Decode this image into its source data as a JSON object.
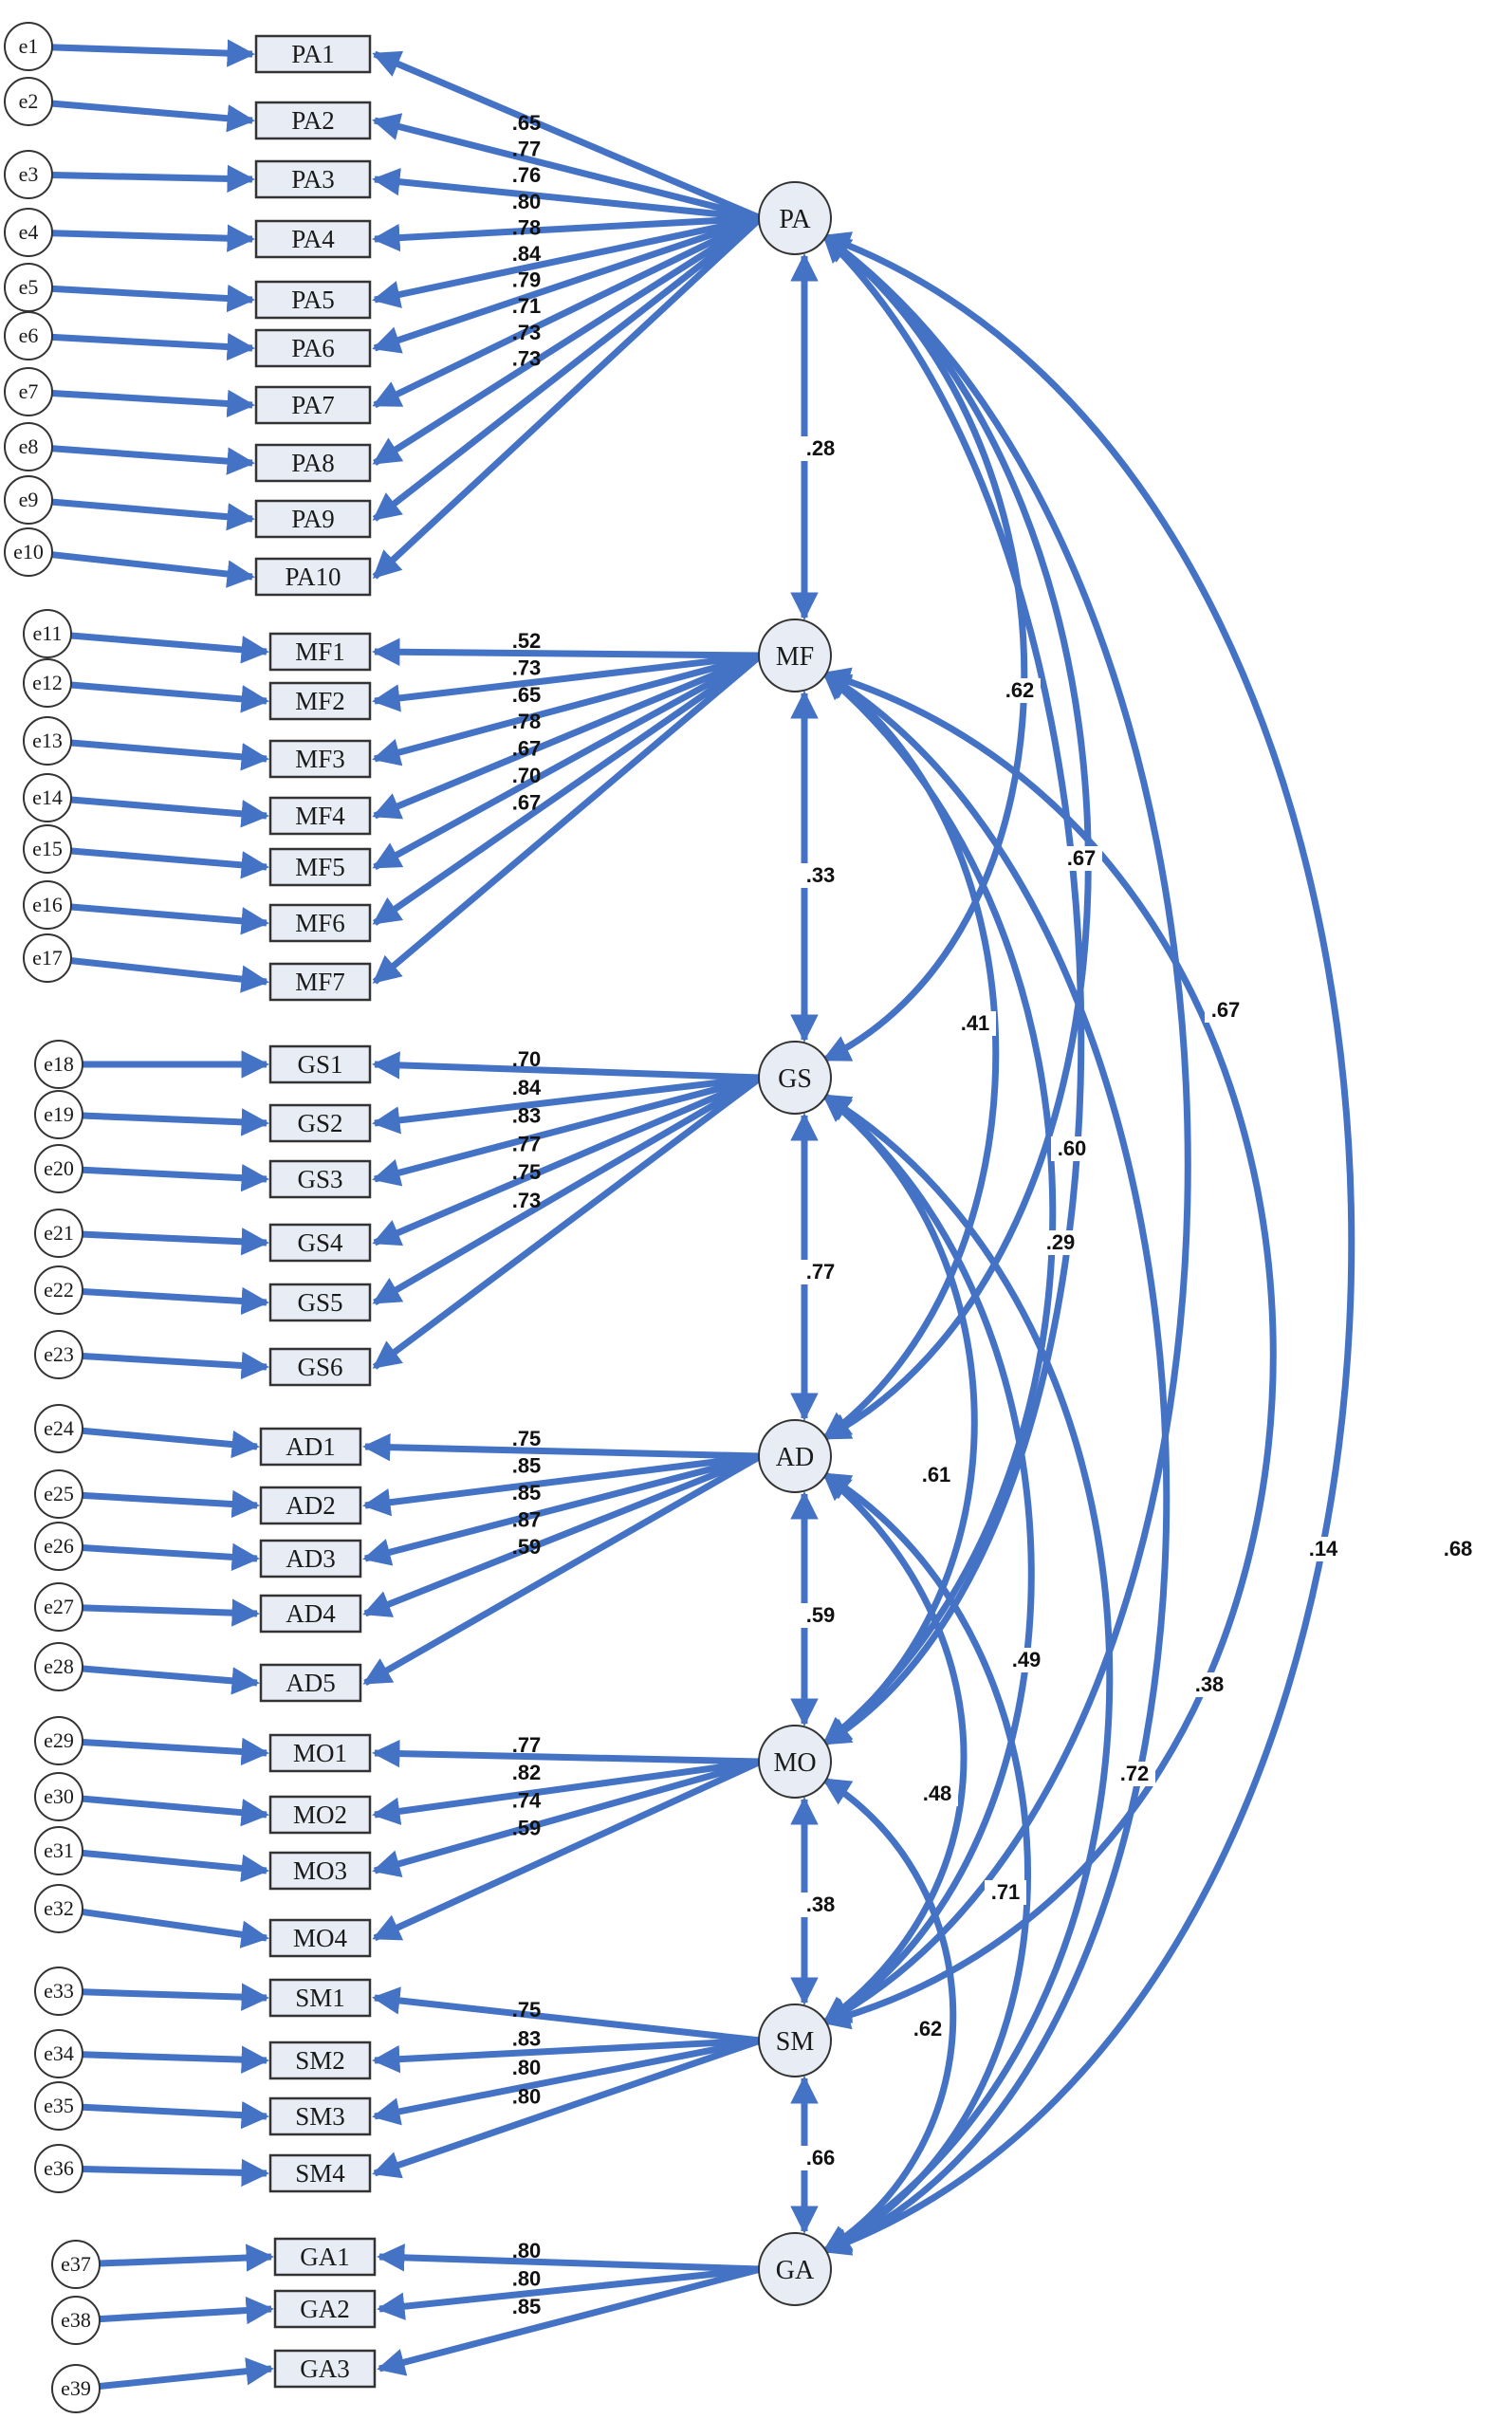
{
  "latents": [
    {
      "name": "PA",
      "indicators": [
        [
          "e1",
          "PA1",
          ".65"
        ],
        [
          "e2",
          "PA2",
          ".77"
        ],
        [
          "e3",
          "PA3",
          ".76"
        ],
        [
          "e4",
          "PA4",
          ".80"
        ],
        [
          "e5",
          "PA5",
          ".78"
        ],
        [
          "e6",
          "PA6",
          ".84"
        ],
        [
          "e7",
          "PA7",
          ".79"
        ],
        [
          "e8",
          "PA8",
          ".71"
        ],
        [
          "e9",
          "PA9",
          ".73"
        ],
        [
          "e10",
          "PA10",
          ".73"
        ]
      ]
    },
    {
      "name": "MF",
      "indicators": [
        [
          "e11",
          "MF1",
          ".52"
        ],
        [
          "e12",
          "MF2",
          ".73"
        ],
        [
          "e13",
          "MF3",
          ".65"
        ],
        [
          "e14",
          "MF4",
          ".78"
        ],
        [
          "e15",
          "MF5",
          ".67"
        ],
        [
          "e16",
          "MF6",
          ".70"
        ],
        [
          "e17",
          "MF7",
          ".67"
        ]
      ]
    },
    {
      "name": "GS",
      "indicators": [
        [
          "e18",
          "GS1",
          ".70"
        ],
        [
          "e19",
          "GS2",
          ".84"
        ],
        [
          "e20",
          "GS3",
          ".83"
        ],
        [
          "e21",
          "GS4",
          ".77"
        ],
        [
          "e22",
          "GS5",
          ".75"
        ],
        [
          "e23",
          "GS6",
          ".73"
        ]
      ]
    },
    {
      "name": "AD",
      "indicators": [
        [
          "e24",
          "AD1",
          ".75"
        ],
        [
          "e25",
          "AD2",
          ".85"
        ],
        [
          "e26",
          "AD3",
          ".85"
        ],
        [
          "e27",
          "AD4",
          ".87"
        ],
        [
          "e28",
          "AD5",
          ".59"
        ]
      ]
    },
    {
      "name": "MO",
      "indicators": [
        [
          "e29",
          "MO1",
          ".77"
        ],
        [
          "e30",
          "MO2",
          ".82"
        ],
        [
          "e31",
          "MO3",
          ".74"
        ],
        [
          "e32",
          "MO4",
          ".59"
        ]
      ]
    },
    {
      "name": "SM",
      "indicators": [
        [
          "e33",
          "SM1",
          ".75"
        ],
        [
          "e34",
          "SM2",
          ".83"
        ],
        [
          "e35",
          "SM3",
          ".80"
        ],
        [
          "e36",
          "SM4",
          ".80"
        ]
      ]
    },
    {
      "name": "GA",
      "indicators": [
        [
          "e37",
          "GA1",
          ".80"
        ],
        [
          "e38",
          "GA2",
          ".80"
        ],
        [
          "e39",
          "GA3",
          ".85"
        ]
      ]
    }
  ],
  "correlations": [
    {
      "from": "PA",
      "to": "MF",
      "value": ".28"
    },
    {
      "from": "MF",
      "to": "GS",
      "value": ".33"
    },
    {
      "from": "GS",
      "to": "AD",
      "value": ".77"
    },
    {
      "from": "AD",
      "to": "MO",
      "value": ".59"
    },
    {
      "from": "MO",
      "to": "SM",
      "value": ".38"
    },
    {
      "from": "SM",
      "to": "GA",
      "value": ".66"
    },
    {
      "from": "PA",
      "to": "GS",
      "value": ".62"
    },
    {
      "from": "PA",
      "to": "AD",
      "value": ".67"
    },
    {
      "from": "PA",
      "to": "MO",
      "value": ".60"
    },
    {
      "from": "PA",
      "to": "SM",
      "value": ".67"
    },
    {
      "from": "PA",
      "to": "GA",
      "value": ".68"
    },
    {
      "from": "MF",
      "to": "AD",
      "value": ".41"
    },
    {
      "from": "MF",
      "to": "MO",
      "value": ".29"
    },
    {
      "from": "MF",
      "to": "SM",
      "value": ".14"
    },
    {
      "from": "MF",
      "to": "GA",
      "value": ".38"
    },
    {
      "from": "GS",
      "to": "MO",
      "value": ".61"
    },
    {
      "from": "GS",
      "to": "SM",
      "value": ".49"
    },
    {
      "from": "GS",
      "to": "GA",
      "value": ".72"
    },
    {
      "from": "AD",
      "to": "SM",
      "value": ".48"
    },
    {
      "from": "AD",
      "to": "GA",
      "value": ".71"
    },
    {
      "from": "MO",
      "to": "GA",
      "value": ".62"
    }
  ]
}
